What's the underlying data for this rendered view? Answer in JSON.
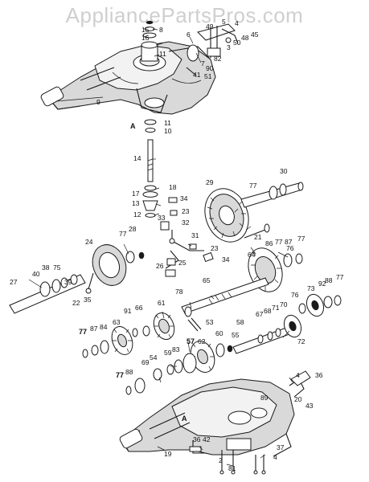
{
  "watermark": "AppliancePartsPros.com",
  "caption": "",
  "callouts": [
    {
      "id": "c15",
      "text": "15"
    },
    {
      "id": "c8",
      "text": "8"
    },
    {
      "id": "c16",
      "text": "16"
    },
    {
      "id": "c11a",
      "text": "11"
    },
    {
      "id": "c6",
      "text": "6"
    },
    {
      "id": "c49",
      "text": "49"
    },
    {
      "id": "c5",
      "text": "5"
    },
    {
      "id": "c3",
      "text": "3"
    },
    {
      "id": "c50",
      "text": "50"
    },
    {
      "id": "c48",
      "text": "48"
    },
    {
      "id": "c45",
      "text": "45"
    },
    {
      "id": "c4a",
      "text": "4"
    },
    {
      "id": "c7",
      "text": "7"
    },
    {
      "id": "c82",
      "text": "82"
    },
    {
      "id": "c90",
      "text": "90"
    },
    {
      "id": "c41",
      "text": "41"
    },
    {
      "id": "c51",
      "text": "51"
    },
    {
      "id": "c9",
      "text": "9"
    },
    {
      "id": "cA1",
      "text": "A"
    },
    {
      "id": "c11b",
      "text": "11"
    },
    {
      "id": "c10",
      "text": "10"
    },
    {
      "id": "c14",
      "text": "14"
    },
    {
      "id": "c18",
      "text": "18"
    },
    {
      "id": "c17",
      "text": "17"
    },
    {
      "id": "c13",
      "text": "13"
    },
    {
      "id": "c12",
      "text": "12"
    },
    {
      "id": "c34a",
      "text": "34"
    },
    {
      "id": "c23a",
      "text": "23"
    },
    {
      "id": "c33",
      "text": "33"
    },
    {
      "id": "c32",
      "text": "32"
    },
    {
      "id": "c29",
      "text": "29"
    },
    {
      "id": "c77a",
      "text": "77"
    },
    {
      "id": "c30",
      "text": "30"
    },
    {
      "id": "c21",
      "text": "21"
    },
    {
      "id": "c24",
      "text": "24"
    },
    {
      "id": "c77b",
      "text": "77"
    },
    {
      "id": "c28",
      "text": "28"
    },
    {
      "id": "c31",
      "text": "31"
    },
    {
      "id": "c23b",
      "text": "23"
    },
    {
      "id": "c34b",
      "text": "34"
    },
    {
      "id": "c26",
      "text": "26"
    },
    {
      "id": "c25",
      "text": "25"
    },
    {
      "id": "c86",
      "text": "86"
    },
    {
      "id": "c77c",
      "text": "77"
    },
    {
      "id": "c87a",
      "text": "87"
    },
    {
      "id": "c77d",
      "text": "77"
    },
    {
      "id": "c76a",
      "text": "76"
    },
    {
      "id": "c64",
      "text": "64"
    },
    {
      "id": "c27",
      "text": "27"
    },
    {
      "id": "c40",
      "text": "40"
    },
    {
      "id": "c38",
      "text": "38"
    },
    {
      "id": "c75",
      "text": "75"
    },
    {
      "id": "c39",
      "text": "39"
    },
    {
      "id": "c22",
      "text": "22"
    },
    {
      "id": "c35",
      "text": "35"
    },
    {
      "id": "c78",
      "text": "78"
    },
    {
      "id": "c65",
      "text": "65"
    },
    {
      "id": "c76b",
      "text": "76"
    },
    {
      "id": "c73",
      "text": "73"
    },
    {
      "id": "c92",
      "text": "92"
    },
    {
      "id": "c88a",
      "text": "88"
    },
    {
      "id": "c77e",
      "text": "77"
    },
    {
      "id": "c91",
      "text": "91"
    },
    {
      "id": "c66",
      "text": "66"
    },
    {
      "id": "c61",
      "text": "61"
    },
    {
      "id": "c67",
      "text": "67"
    },
    {
      "id": "c68",
      "text": "68"
    },
    {
      "id": "c71",
      "text": "71"
    },
    {
      "id": "c70",
      "text": "70"
    },
    {
      "id": "c77f",
      "text": "77"
    },
    {
      "id": "c87b",
      "text": "87"
    },
    {
      "id": "c84",
      "text": "84"
    },
    {
      "id": "c63",
      "text": "63"
    },
    {
      "id": "c53",
      "text": "53"
    },
    {
      "id": "c58",
      "text": "58"
    },
    {
      "id": "c72",
      "text": "72"
    },
    {
      "id": "c60",
      "text": "60"
    },
    {
      "id": "c55",
      "text": "55"
    },
    {
      "id": "c62",
      "text": "62"
    },
    {
      "id": "c57",
      "text": "57"
    },
    {
      "id": "c59",
      "text": "59"
    },
    {
      "id": "c83",
      "text": "83"
    },
    {
      "id": "c54",
      "text": "54"
    },
    {
      "id": "c69",
      "text": "69"
    },
    {
      "id": "c77g",
      "text": "77"
    },
    {
      "id": "c88b",
      "text": "88"
    },
    {
      "id": "c4b",
      "text": "4"
    },
    {
      "id": "c36a",
      "text": "36"
    },
    {
      "id": "c20",
      "text": "20"
    },
    {
      "id": "c43",
      "text": "43"
    },
    {
      "id": "c89",
      "text": "89"
    },
    {
      "id": "cA2",
      "text": "A"
    },
    {
      "id": "c19",
      "text": "19"
    },
    {
      "id": "c36b",
      "text": "36"
    },
    {
      "id": "c42",
      "text": "42"
    },
    {
      "id": "c37",
      "text": "37"
    },
    {
      "id": "c2",
      "text": "2"
    },
    {
      "id": "c81",
      "text": "81"
    },
    {
      "id": "c4c",
      "text": "4"
    }
  ]
}
